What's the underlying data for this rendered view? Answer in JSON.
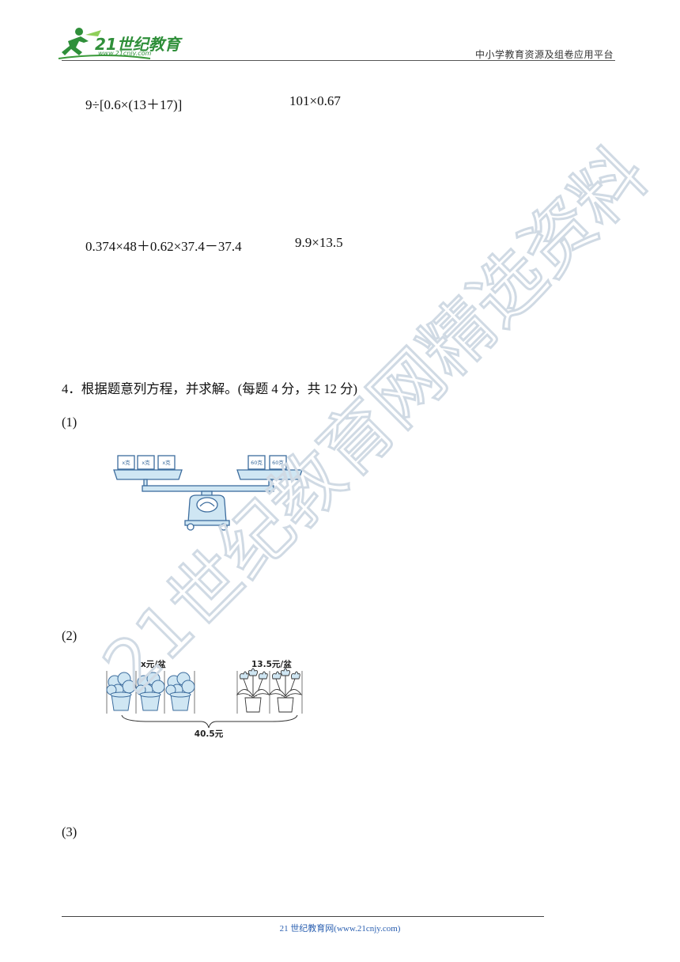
{
  "header": {
    "logo_text": "21世纪教育",
    "logo_sub": "www.21cnjy.com",
    "right_text": "中小学教育资源及组卷应用平台"
  },
  "exercises": {
    "row1": {
      "left": "9÷[0.6×(13＋17)]",
      "right": "101×0.67"
    },
    "row2": {
      "left": "0.374×48＋0.62×37.4－37.4",
      "right": "9.9×13.5"
    }
  },
  "question4": {
    "title": "4．根据题意列方程，并求解。(每题 4 分，共 12 分)",
    "parts": [
      "(1)",
      "(2)",
      "(3)"
    ]
  },
  "figure1": {
    "left_weights": [
      "x克",
      "x克",
      "x克"
    ],
    "right_weights": [
      "60克",
      "60克"
    ]
  },
  "figure2": {
    "left_price": "x元/盆",
    "right_price": "13.5元/盆",
    "total": "40.5元"
  },
  "watermark": {
    "text": "21世纪教育网精选资料"
  },
  "footer": {
    "text": "21 世纪教育网(www.21cnjy.com)"
  },
  "colors": {
    "accent_green": "#3a9a3a",
    "watermark": "#d5dde6",
    "light_blue": "#cfe6f3",
    "outline_blue": "#3d6d9e"
  }
}
